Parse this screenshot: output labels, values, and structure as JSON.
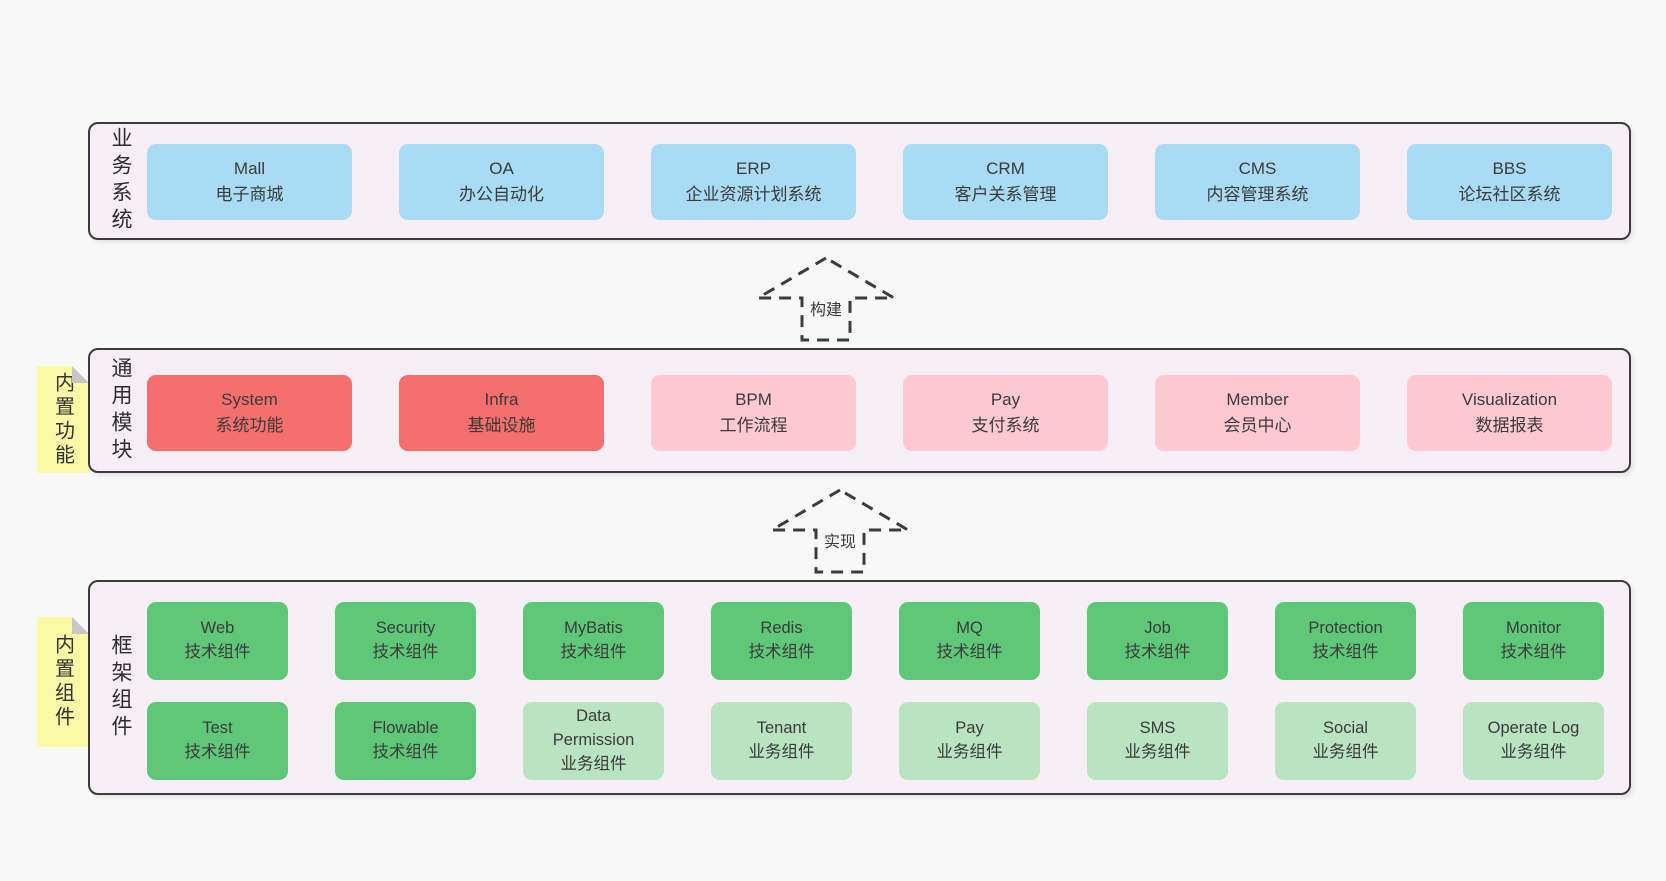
{
  "palette": {
    "page_bg": "#f8f8f8",
    "panel_bg": "#f8eef6",
    "panel_border": "#3c3c3c",
    "blue": "#a9dbf4",
    "red": "#f56f6f",
    "pink": "#ffc9d2",
    "green": "#5fc878",
    "light_green": "#b9e3c1",
    "tab_yellow": "#fbf9a6",
    "text": "#3b3b3b"
  },
  "business": {
    "label": "业务系统",
    "boxes": [
      {
        "name": "Mall",
        "desc": "电子商城"
      },
      {
        "name": "OA",
        "desc": "办公自动化"
      },
      {
        "name": "ERP",
        "desc": "企业资源计划系统"
      },
      {
        "name": "CRM",
        "desc": "客户关系管理"
      },
      {
        "name": "CMS",
        "desc": "内容管理系统"
      },
      {
        "name": "BBS",
        "desc": "论坛社区系统"
      }
    ]
  },
  "arrows": [
    {
      "label": "构建"
    },
    {
      "label": "实现"
    }
  ],
  "modules": {
    "label": "通用模块",
    "tab": "内置功能",
    "boxes": [
      {
        "name": "System",
        "desc": "系统功能"
      },
      {
        "name": "Infra",
        "desc": "基础设施"
      },
      {
        "name": "BPM",
        "desc": "工作流程"
      },
      {
        "name": "Pay",
        "desc": "支付系统"
      },
      {
        "name": "Member",
        "desc": "会员中心"
      },
      {
        "name": "Visualization",
        "desc": "数据报表"
      }
    ]
  },
  "framework": {
    "label": "框架组件",
    "tab": "内置组件",
    "row1": [
      {
        "name": "Web",
        "desc": "技术组件"
      },
      {
        "name": "Security",
        "desc": "技术组件"
      },
      {
        "name": "MyBatis",
        "desc": "技术组件"
      },
      {
        "name": "Redis",
        "desc": "技术组件"
      },
      {
        "name": "MQ",
        "desc": "技术组件"
      },
      {
        "name": "Job",
        "desc": "技术组件"
      },
      {
        "name": "Protection",
        "desc": "技术组件"
      },
      {
        "name": "Monitor",
        "desc": "技术组件"
      }
    ],
    "row2": [
      {
        "name": "Test",
        "desc": "技术组件"
      },
      {
        "name": "Flowable",
        "desc": "技术组件"
      },
      {
        "name": "Data Permission",
        "desc": "业务组件"
      },
      {
        "name": "Tenant",
        "desc": "业务组件"
      },
      {
        "name": "Pay",
        "desc": "业务组件"
      },
      {
        "name": "SMS",
        "desc": "业务组件"
      },
      {
        "name": "Social",
        "desc": "业务组件"
      },
      {
        "name": "Operate Log",
        "desc": "业务组件"
      }
    ]
  }
}
